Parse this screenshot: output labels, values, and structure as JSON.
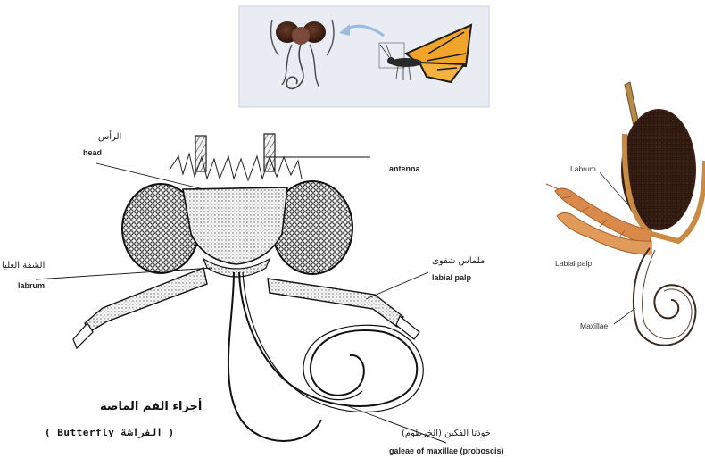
{
  "inset": {
    "background": "#e9edf3",
    "border": "#c8d0dc",
    "arrow_color": "#9bbbe0"
  },
  "diagram_labels": {
    "head_ar": "الرأس",
    "head_en": "head",
    "antenna": "antenna",
    "labrum_ar": "الشفة العليا",
    "labrum_en": "labrum",
    "labial_palp_ar": "ملماس شفوى",
    "labial_palp_en": "labial palp",
    "galeae_ar": "خوذتا الفكين (الخرطوم)",
    "galeae_en": "galeae of maxillae (proboscis)"
  },
  "caption": {
    "arabic": "أجزاء الفم الماصة",
    "english": "( Butterfly  الفراشة )"
  },
  "photo_labels": {
    "labrum": "Labrum",
    "labial_palp": "Labial palp",
    "maxillae": "Maxillae"
  },
  "colors": {
    "eye_brown": "#3a2015",
    "palp_orange": "#d9894a",
    "wing_orange": "#f0a42a"
  }
}
